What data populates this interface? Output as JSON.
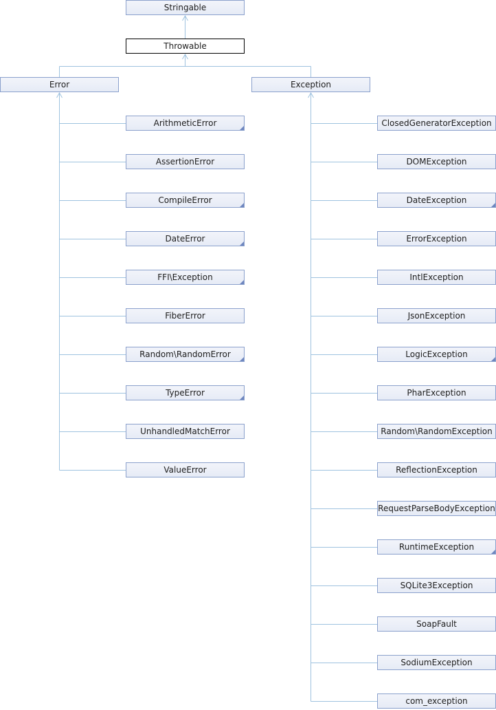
{
  "root": {
    "label": "Stringable",
    "has_children": false
  },
  "current": {
    "label": "Throwable"
  },
  "error": {
    "label": "Error",
    "children": [
      {
        "label": "ArithmeticError",
        "has_children": true
      },
      {
        "label": "AssertionError",
        "has_children": false
      },
      {
        "label": "CompileError",
        "has_children": true
      },
      {
        "label": "DateError",
        "has_children": true
      },
      {
        "label": "FFI\\Exception",
        "has_children": true
      },
      {
        "label": "FiberError",
        "has_children": false
      },
      {
        "label": "Random\\RandomError",
        "has_children": true
      },
      {
        "label": "TypeError",
        "has_children": true
      },
      {
        "label": "UnhandledMatchError",
        "has_children": false
      },
      {
        "label": "ValueError",
        "has_children": false
      }
    ]
  },
  "exception": {
    "label": "Exception",
    "children": [
      {
        "label": "ClosedGeneratorException",
        "has_children": false
      },
      {
        "label": "DOMException",
        "has_children": false
      },
      {
        "label": "DateException",
        "has_children": true
      },
      {
        "label": "ErrorException",
        "has_children": false
      },
      {
        "label": "IntlException",
        "has_children": false
      },
      {
        "label": "JsonException",
        "has_children": false
      },
      {
        "label": "LogicException",
        "has_children": true
      },
      {
        "label": "PharException",
        "has_children": false
      },
      {
        "label": "Random\\RandomException",
        "has_children": false
      },
      {
        "label": "ReflectionException",
        "has_children": false
      },
      {
        "label": "RequestParseBodyException",
        "has_children": false
      },
      {
        "label": "RuntimeException",
        "has_children": true
      },
      {
        "label": "SQLite3Exception",
        "has_children": false
      },
      {
        "label": "SoapFault",
        "has_children": false
      },
      {
        "label": "SodiumException",
        "has_children": false
      },
      {
        "label": "com_exception",
        "has_children": false
      }
    ]
  },
  "colors": {
    "line": "#9ec2df",
    "box_border": "#8aa0cc",
    "current_border": "#000000"
  }
}
